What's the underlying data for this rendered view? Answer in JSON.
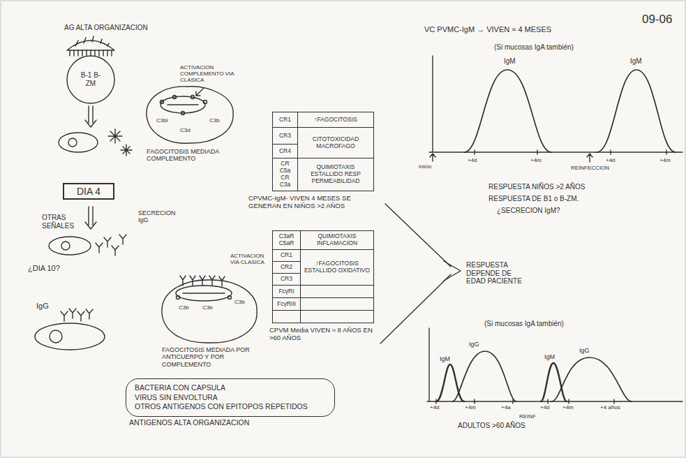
{
  "diagram": {
    "nodes": [
      {
        "text": [
          "DIA 4"
        ]
      },
      {
        "text": [
          "CPVMC-IgM- VIVEN 4 MESES SE GENERAN EN NIÑOS >2 AÑOS"
        ]
      },
      {
        "text": [
          "CR1"
        ],
        "in": 1
      },
      {
        "text": [
          "↑FAGOCITOSIS"
        ],
        "in": 1
      },
      {
        "text": [
          "CR3"
        ],
        "in": 1
      },
      {
        "text": [
          "CITOTOXICIDAD MACROFAGO"
        ],
        "in": 1
      },
      {
        "text": [
          "CR4"
        ],
        "in": 1
      },
      {
        "text": [
          "CR C5a CR C3a"
        ],
        "in": 1
      },
      {
        "text": [
          "QUIMIOTAXIS ESTALLIDO RESP PERMEABILIDAD"
        ],
        "in": 1
      },
      {
        "text": [
          "CPVM Media VIVEN ≈ 8 AÑOS EN >60 AÑOS"
        ]
      },
      {
        "text": [
          "C3aR C5aR"
        ],
        "in": 9
      },
      {
        "text": [
          "QUIMIOTAXIS INFLAMACION"
        ],
        "in": 9
      },
      {
        "text": [
          "CR1"
        ],
        "in": 9
      },
      {
        "text": [
          "↑FAGOCITOSIS ESTALLIDO OXIDATIVO"
        ],
        "in": 9
      },
      {
        "text": [
          "CR2"
        ],
        "in": 9
      },
      {
        "text": [
          "CR3"
        ],
        "in": 9
      },
      {
        "text": [
          "FcγRI"
        ],
        "in": 9
      },
      {
        "text": [
          "FcγRIII"
        ],
        "in": 9
      },
      {
        "text": [
          "BACTERIA CON CAPSULA",
          "VIRUS SIN ENVOLTURA",
          "OTROS ANTIGENOS CON EPITOPOS REPETIDOS",
          "ANTIGENOS ALTA ORGANIZACION"
        ]
      }
    ],
    "labels": [
      "09-06",
      "AG ALTA ORGANIZACION",
      "B-1 B-ZM",
      "OTRAS SEÑALES",
      "¿DIA 10?",
      "SECRECION IgG",
      "IgG",
      "ACTIVACION COMPLEMENTO VIA CLASICA",
      "C3b",
      "C3bi",
      "C3d",
      "FAGOCITOSIS MEDIADA COMPLEMENTO",
      "ACTIVACION VIA CLASICA",
      "C3b",
      "C3b",
      "C3b",
      "FAGOCITOSIS MEDIADA POR ANTICUERPO Y POR COMPLEMENTO",
      "RESPUESTA DEPENDE DE EDAD PACIENTE",
      "VC PVMC-IgM → VIVEN ≈ 4 MESES",
      "(Si mucosas IgA también)",
      "IgM",
      "IgM",
      "inicio",
      "+4d",
      "+4m",
      "REINFECCION",
      "+4d",
      "+4m",
      "RESPUESTA NIÑOS >2 AÑOS",
      "RESPUESTA DE B1 o B-ZM.",
      "¿SECRECION IgM?",
      "(Si mucosas IgA también)",
      "IgM",
      "IgG",
      "IgM",
      "IgG",
      "+4d",
      "+4m",
      "+4a",
      "REINF",
      "+4d",
      "+4m",
      "+4 años",
      "ADULTOS >60 AÑOS"
    ]
  }
}
